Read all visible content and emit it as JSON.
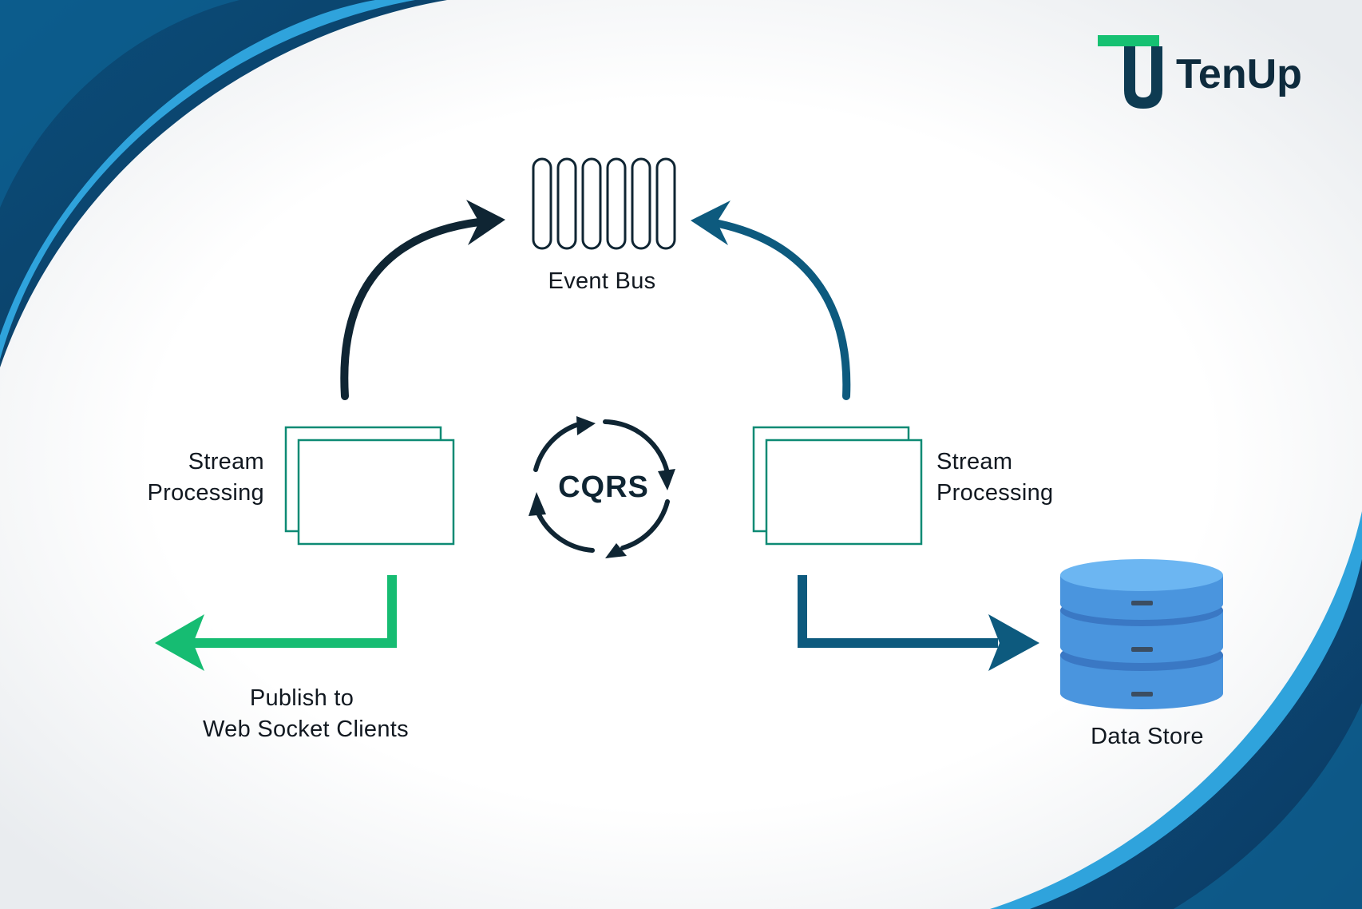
{
  "brand": {
    "name": "TenUp",
    "logo_icon": "tenup-logo-icon",
    "colors": {
      "green": "#16c172",
      "navy": "#0e3b52"
    }
  },
  "diagram": {
    "event_bus": {
      "label": "Event Bus",
      "icon": "event-bus-queue-icon"
    },
    "center": {
      "label": "CQRS",
      "icon": "cycle-arrows-icon"
    },
    "stream_left": {
      "line1": "Stream",
      "line2": "Processing",
      "icon": "stacked-windows-icon"
    },
    "stream_right": {
      "line1": "Stream",
      "line2": "Processing",
      "icon": "stacked-windows-icon"
    },
    "publish": {
      "line1": "Publish to",
      "line2": "Web Socket Clients"
    },
    "data_store": {
      "label": "Data Store",
      "icon": "database-icon"
    }
  },
  "colors": {
    "dark_arrow": "#0f2533",
    "blue_arrow": "#0d5a7e",
    "green_arrow": "#16bc72",
    "teal_outline": "#0d8a74",
    "db_light": "#6cb6f2",
    "db_mid": "#4a95de",
    "db_dark": "#3a78c4",
    "frame_dark": "#0a4d78",
    "frame_light": "#2f9bd6"
  }
}
